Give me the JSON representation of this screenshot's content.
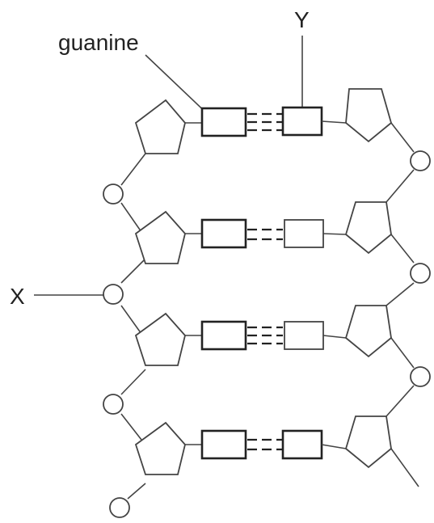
{
  "labels": {
    "guanine": "guanine",
    "y": "Y",
    "x": "X"
  },
  "colors": {
    "line": "#444444",
    "background": "#ffffff"
  },
  "diagram": {
    "strands": 2,
    "base_pairs": [
      {
        "bonds": 3
      },
      {
        "bonds": 2
      },
      {
        "bonds": 3
      },
      {
        "bonds": 2
      }
    ]
  }
}
